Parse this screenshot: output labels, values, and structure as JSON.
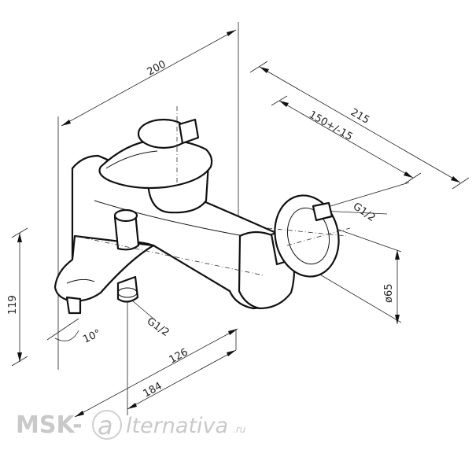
{
  "dimensions": {
    "width_top": "200",
    "depth_215": "215",
    "wall_spacing": "150+/-15",
    "thread_wall": "G1/2",
    "flange_diameter": "ø65",
    "height": "119",
    "spout_angle": "10°",
    "thread_bottom": "G1/2",
    "length_126": "126",
    "length_184": "184"
  },
  "watermark": {
    "prefix": "MSK-",
    "logo_letter": "a",
    "suffix": "lternativa",
    "domain": ".ru"
  }
}
